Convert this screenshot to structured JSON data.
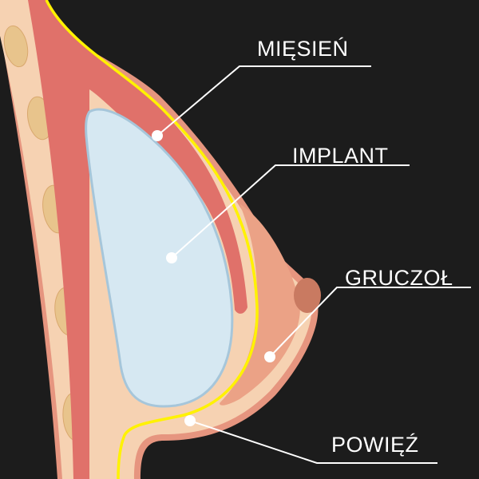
{
  "labels": {
    "muscle": "MIĘSIEŃ",
    "implant": "IMPLANT",
    "gland": "GRUCZOŁ",
    "fascia": "POWIĘŹ"
  },
  "colors": {
    "background": "#1c1c1c",
    "skin": "#f6d2b2",
    "skin_edge": "#e6957f",
    "muscle": "#e0716a",
    "fascia": "#fff200",
    "implant": "#d6e8f2",
    "gland": "#eba286",
    "nipple": "#c97a61",
    "rib": "#e8c48c"
  }
}
